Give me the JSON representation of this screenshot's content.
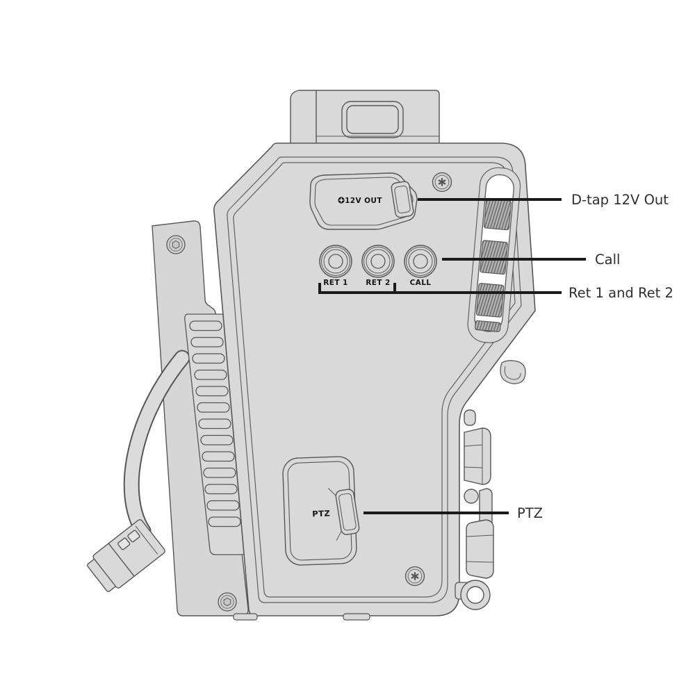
{
  "diagram": {
    "ports": {
      "dtap": "12V OUT",
      "ret1": "RET 1",
      "ret2": "RET 2",
      "call": "CALL",
      "ptz": "PTZ"
    },
    "callouts": {
      "dtap": "D-tap 12V Out",
      "call": "Call",
      "ret": "Ret 1 and Ret 2",
      "ptz": "PTZ"
    },
    "colors": {
      "background": "#ffffff",
      "body_fill": "#d9d9d9",
      "outline": "#565656",
      "knurl": "#6b6b6b",
      "callout_line": "#1a1a1a",
      "label_text": "#2f2f2f"
    }
  }
}
